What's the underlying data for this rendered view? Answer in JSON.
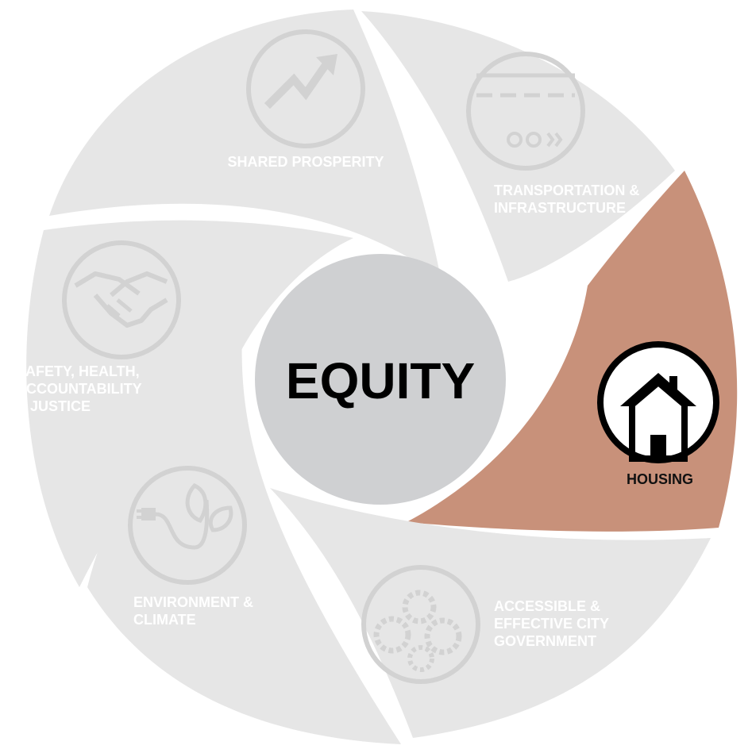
{
  "diagram": {
    "center": {
      "label": "EQUITY"
    },
    "segments": [
      {
        "id": "shared-prosperity",
        "lines": [
          "SHARED PROSPERITY"
        ],
        "icon": "trend-arrow-icon",
        "highlighted": false
      },
      {
        "id": "transportation",
        "lines": [
          "TRANSPORTATION &",
          "INFRASTRUCTURE"
        ],
        "icon": "road-bike-icon",
        "highlighted": false
      },
      {
        "id": "housing",
        "lines": [
          "HOUSING"
        ],
        "icon": "house-icon",
        "highlighted": true
      },
      {
        "id": "city-government",
        "lines": [
          "ACCESSIBLE &",
          "EFFECTIVE CITY",
          "GOVERNMENT"
        ],
        "icon": "gears-icon",
        "highlighted": false
      },
      {
        "id": "environment",
        "lines": [
          "ENVIRONMENT &",
          "CLIMATE"
        ],
        "icon": "plug-leaf-icon",
        "highlighted": false
      },
      {
        "id": "safety",
        "lines": [
          "SAFETY, HEALTH,",
          "ACCOUNTABILITY",
          "& JUSTICE"
        ],
        "icon": "handshake-icon",
        "highlighted": false
      }
    ]
  },
  "colors": {
    "segment_fill": "#e6e6e6",
    "segment_text": "#ffffff",
    "icon_stroke": "#d2d2d2",
    "highlight_fill": "#c8917a",
    "highlight_text": "#111111",
    "center_fill": "#cfd0d2",
    "center_text": "#000000"
  }
}
